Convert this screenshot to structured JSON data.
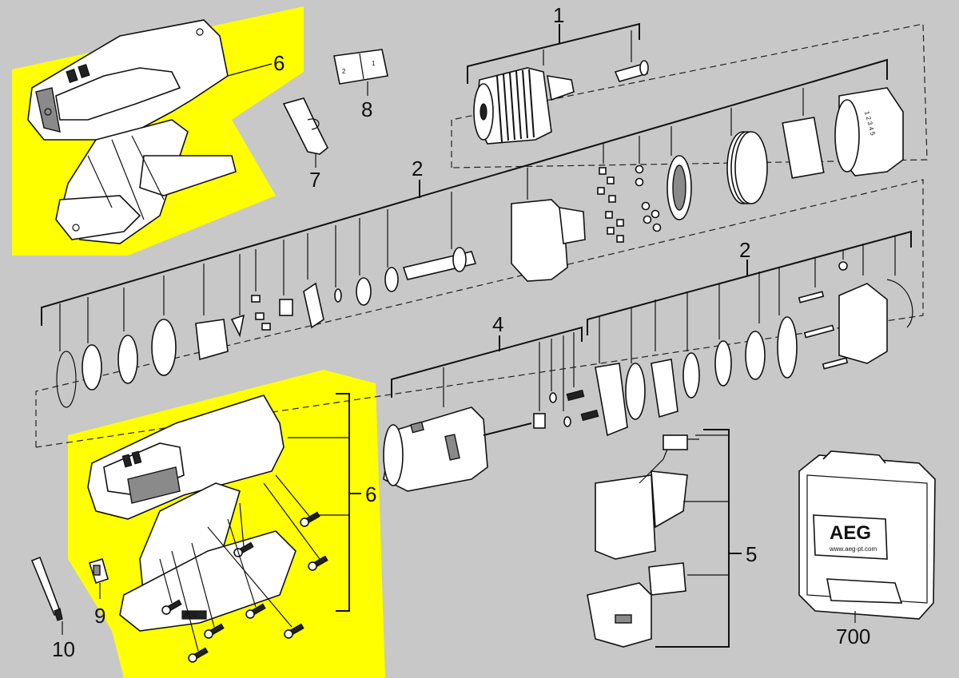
{
  "diagram": {
    "background": "#c8c8c8",
    "highlight_color": "#ffff00",
    "callouts": {
      "chuck": "1",
      "gearbox_upper": "2",
      "gearbox_lower": "2",
      "motor": "4",
      "switch": "5",
      "housing_top": "6",
      "housing_bottom": "6",
      "belt_clip": "7",
      "direction_slider": "8",
      "bit_holder": "9",
      "bit": "10",
      "case": "700"
    },
    "slider_marks": {
      "left": "2",
      "right": "1"
    },
    "case_logo": "AEG",
    "case_url": "www.aeg-pt.com"
  }
}
